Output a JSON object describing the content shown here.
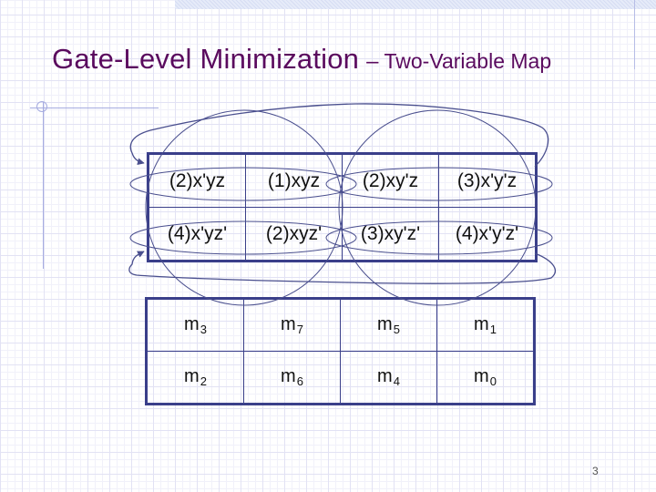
{
  "slide": {
    "title_main": "Gate-Level Minimization",
    "title_separator": "–",
    "title_sub": "Two-Variable Map",
    "page_number": "3",
    "colors": {
      "title": "#5a0a5e",
      "table_border": "#3a3f8a",
      "grid": "#e2e2f4",
      "annotation_lines": "#4a4f8e"
    }
  },
  "term_map": {
    "rows": [
      {
        "cells": [
          {
            "text": "(2)x'yz"
          },
          {
            "text": "(1)xyz"
          },
          {
            "text": "(2)xy'z"
          },
          {
            "text": "(3)x'y'z"
          }
        ]
      },
      {
        "cells": [
          {
            "text": "(4)x'yz'"
          },
          {
            "text": "(2)xyz'"
          },
          {
            "text": "(3)xy'z'"
          },
          {
            "text": "(4)x'y'z'"
          }
        ]
      }
    ],
    "groupings": [
      {
        "shape": "ellipse",
        "description": "row 1 horizontal group, left pair"
      },
      {
        "shape": "ellipse",
        "description": "row 1 horizontal group, right pair"
      },
      {
        "shape": "ellipse",
        "description": "row 2 horizontal group, left pair"
      },
      {
        "shape": "ellipse",
        "description": "row 2 horizontal group, right pair"
      },
      {
        "shape": "circle",
        "description": "left 2x2 quad"
      },
      {
        "shape": "circle",
        "description": "right 2x2 quad"
      },
      {
        "shape": "arrow",
        "description": "wrap-around arrow top row, right edge to left edge"
      },
      {
        "shape": "arrow",
        "description": "wrap-around arrow bottom row, right edge to left edge"
      }
    ]
  },
  "minterm_map": {
    "rows": [
      {
        "cells": [
          {
            "base": "m",
            "sub": "3"
          },
          {
            "base": "m",
            "sub": "7"
          },
          {
            "base": "m",
            "sub": "5"
          },
          {
            "base": "m",
            "sub": "1"
          }
        ]
      },
      {
        "cells": [
          {
            "base": "m",
            "sub": "2"
          },
          {
            "base": "m",
            "sub": "6"
          },
          {
            "base": "m",
            "sub": "4"
          },
          {
            "base": "m",
            "sub": "0"
          }
        ]
      }
    ]
  }
}
